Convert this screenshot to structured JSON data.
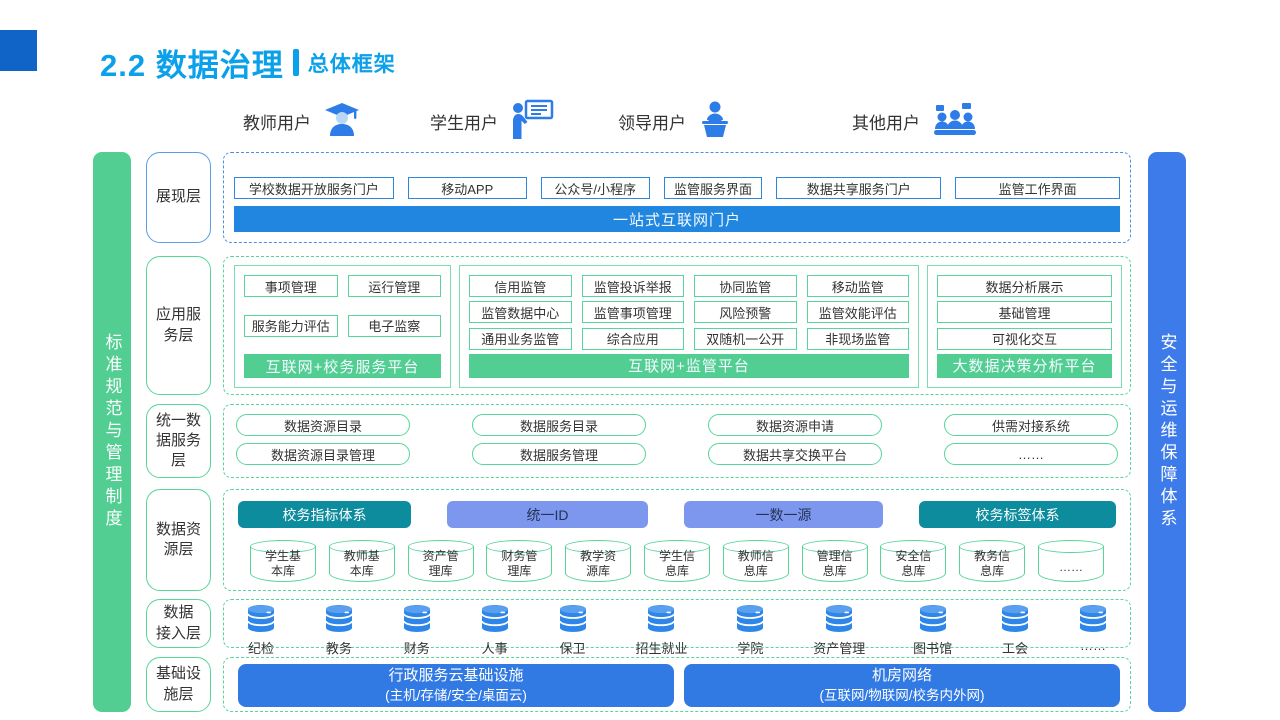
{
  "slide": {
    "title_main": "2.2 数据治理",
    "title_sub": "总体框架"
  },
  "users": [
    {
      "label": "教师用户",
      "icon": "teacher-icon"
    },
    {
      "label": "学生用户",
      "icon": "student-icon"
    },
    {
      "label": "领导用户",
      "icon": "leader-icon"
    },
    {
      "label": "其他用户",
      "icon": "others-icon"
    }
  ],
  "side_bars": {
    "left": "标准规范与管理制度",
    "right": "安全与运维保障体系"
  },
  "layers": {
    "presentation": {
      "label": "展现层",
      "boxes": [
        "学校数据开放服务门户",
        "移动APP",
        "公众号/小程序",
        "监管服务界面",
        "数据共享服务门户",
        "监管工作界面"
      ],
      "bar": "一站式互联网门户"
    },
    "application": {
      "label": "应用服\n务层",
      "group1": {
        "boxes": [
          "事项管理",
          "运行管理",
          "服务能力评估",
          "电子监察"
        ],
        "bar": "互联网+校务服务平台"
      },
      "group2": {
        "boxes": [
          "信用监管",
          "监管投诉举报",
          "协同监管",
          "移动监管",
          "监管数据中心",
          "监管事项管理",
          "风险预警",
          "监管效能评估",
          "通用业务监管",
          "综合应用",
          "双随机一公开",
          "非现场监管"
        ],
        "bar": "互联网+监管平台"
      },
      "group3": {
        "boxes": [
          "数据分析展示",
          "基础管理",
          "可视化交互"
        ],
        "bar": "大数据决策分析平台"
      }
    },
    "data_service": {
      "label": "统一数\n据服务\n层",
      "boxes": [
        "数据资源目录",
        "数据服务目录",
        "数据资源申请",
        "供需对接系统",
        "数据资源目录管理",
        "数据服务管理",
        "数据共享交换平台",
        "……"
      ]
    },
    "data_resource": {
      "label": "数据资\n源层",
      "pills": [
        {
          "text": "校务指标体系",
          "style": "teal"
        },
        {
          "text": "统一ID",
          "style": "periwinkle"
        },
        {
          "text": "一数一源",
          "style": "periwinkle"
        },
        {
          "text": "校务标签体系",
          "style": "teal"
        }
      ],
      "cylinders": [
        "学生基\n本库",
        "教师基\n本库",
        "资产管\n理库",
        "财务管\n理库",
        "教学资\n源库",
        "学生信\n息库",
        "教师信\n息库",
        "管理信\n息库",
        "安全信\n息库",
        "教务信\n息库",
        "……"
      ]
    },
    "data_access": {
      "label": "数据\n接入层",
      "sources": [
        "纪检",
        "教务",
        "财务",
        "人事",
        "保卫",
        "招生就业",
        "学院",
        "资产管理",
        "图书馆",
        "工会",
        "……"
      ]
    },
    "infrastructure": {
      "label": "基础设\n施层",
      "boxes": [
        {
          "line1": "行政服务云基础设施",
          "line2": "(主机/存储/安全/桌面云)"
        },
        {
          "line1": "机房网络",
          "line2": "(互联网/物联网/校务内外网)"
        }
      ]
    }
  },
  "colors": {
    "title_blue": "#0AA0EA",
    "corner_blue": "#1164C7",
    "accent_blue": "#2186DF",
    "box_border_blue": "#2E86E0",
    "green": "#52CE92",
    "green_border": "#57D59A",
    "teal": "#0D8C9E",
    "periwinkle": "#7D97EE",
    "side_blue": "#3D7BEA",
    "infra_blue": "#3179E3",
    "icon_blue": "#2E7CE8"
  }
}
